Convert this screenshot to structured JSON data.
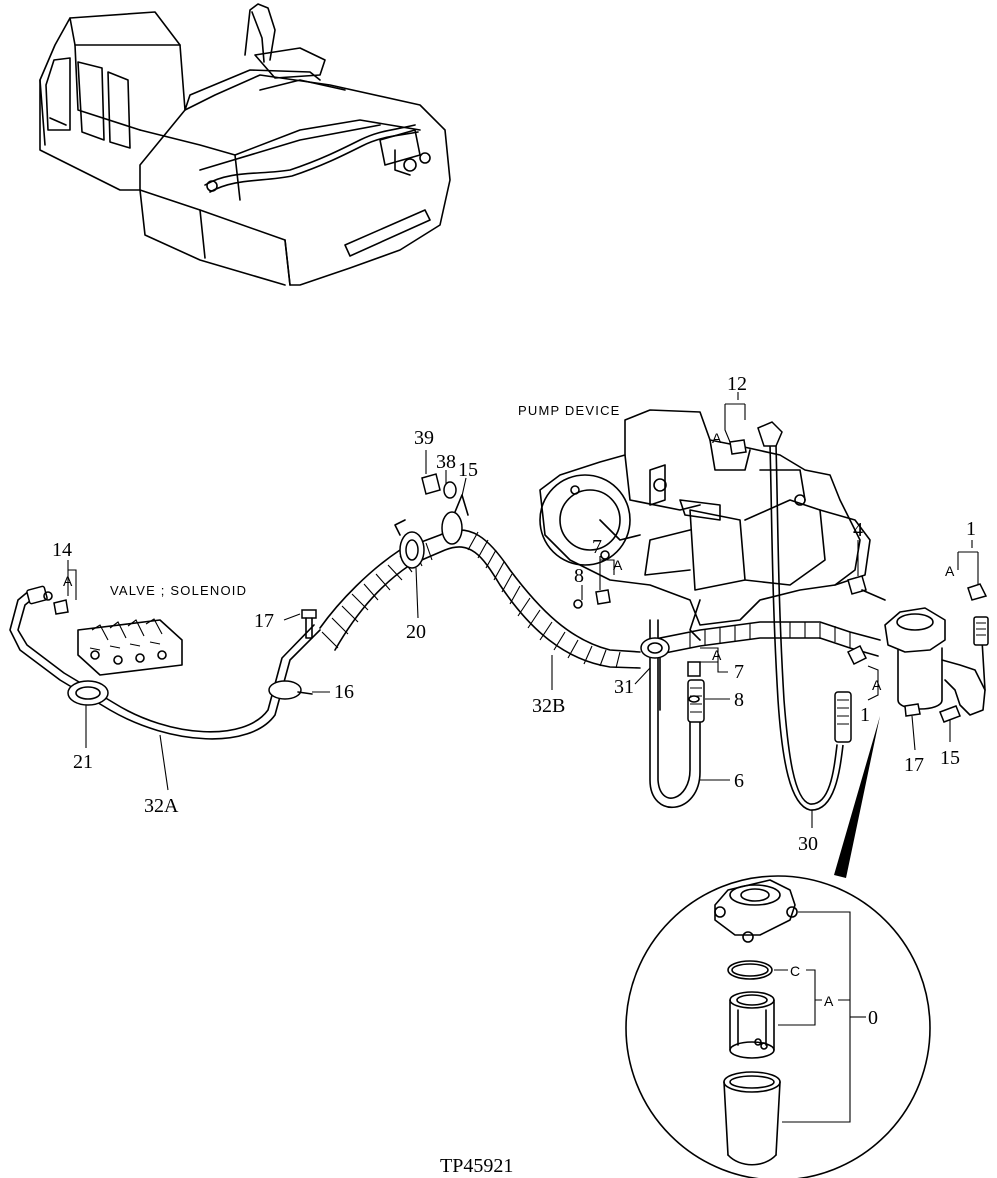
{
  "captions": {
    "pump_device": "PUMP DEVICE",
    "valve_solenoid": "VALVE ; SOLENOID",
    "figure_id": "TP45921"
  },
  "callouts": {
    "c1_top": "1",
    "c1_mid": "1",
    "c4": "4",
    "c6": "6",
    "c7_upper": "7",
    "c7_lower": "7",
    "c8_upper": "8",
    "c8_lower": "8",
    "c12": "12",
    "c14": "14",
    "c15_upper": "15",
    "c15_lower": "15",
    "c16": "16",
    "c17_left": "17",
    "c17_right": "17",
    "c20": "20",
    "c21": "21",
    "c30": "30",
    "c31": "31",
    "c32a": "32A",
    "c32b": "32B",
    "c38": "38",
    "c39": "39",
    "c0": "0"
  },
  "group_letters": {
    "a_12": "A",
    "a_14": "A",
    "a_1top": "A",
    "a_7upper": "A",
    "a_7lower": "A",
    "a_1mid": "A",
    "a_detail": "A",
    "c_detail": "C"
  }
}
